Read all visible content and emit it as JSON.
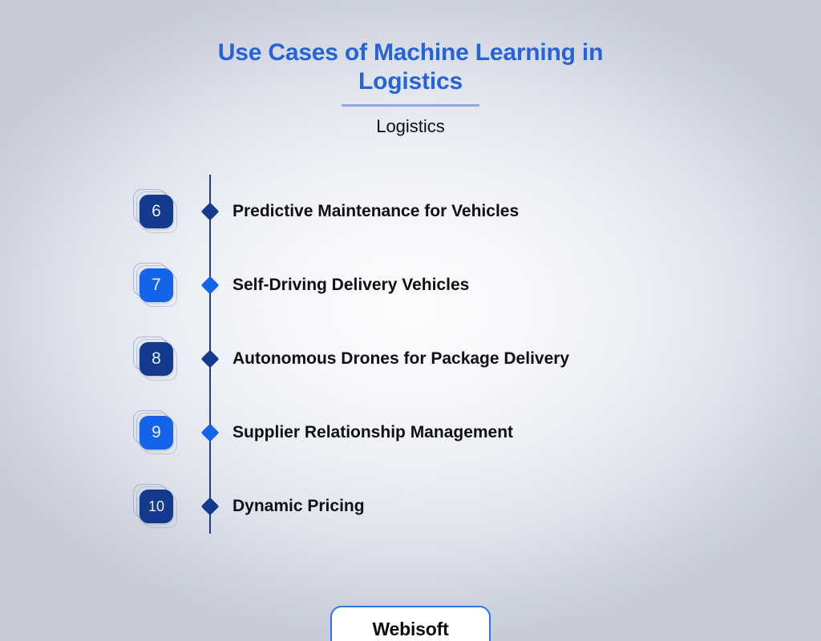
{
  "header": {
    "title": "Use Cases of Machine Learning in Logistics",
    "subtitle": "Logistics",
    "title_color": "#2563d8",
    "divider_color": "#8ea7e6"
  },
  "colors": {
    "dark_blue": "#133a8c",
    "bright_blue": "#1463e8",
    "axis": "#1d3f86",
    "background_center": "#fbfcfd",
    "background_edge": "#c7ccd8"
  },
  "timeline": {
    "items": [
      {
        "number": "6",
        "label": "Predictive Maintenance for Vehicles",
        "accent": "#133a8c"
      },
      {
        "number": "7",
        "label": "Self-Driving Delivery Vehicles",
        "accent": "#1463e8"
      },
      {
        "number": "8",
        "label": "Autonomous Drones for Package Delivery",
        "accent": "#133a8c"
      },
      {
        "number": "9",
        "label": "Supplier Relationship Management",
        "accent": "#1463e8"
      },
      {
        "number": "10",
        "label": "Dynamic Pricing",
        "accent": "#133a8c"
      }
    ]
  },
  "footer": {
    "brand": "Webisoft",
    "border_color": "#2f74e8"
  }
}
